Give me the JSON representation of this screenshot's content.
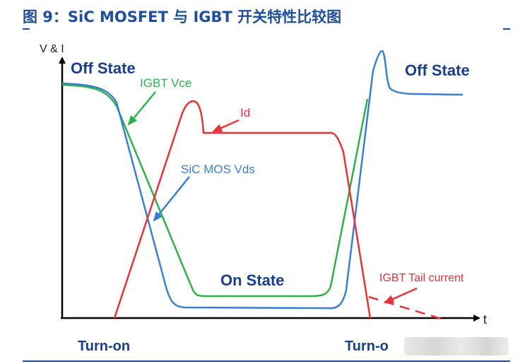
{
  "figure": {
    "title": "图 9：SiC MOSFET 与 IGBT  开关特性比较图"
  },
  "axes": {
    "y_label": "V & I",
    "x_label": "t"
  },
  "states": {
    "off_left": "Off State",
    "on": "On State",
    "off_right": "Off State"
  },
  "phases": {
    "turn_on": "Turn-on",
    "turn_off": "Turn-o"
  },
  "curves": {
    "igbt_vce": {
      "label": "IGBT Vce",
      "color": "#2db34a"
    },
    "sic_vds": {
      "label": "SiC MOS Vds",
      "color": "#3a7fd0"
    },
    "id": {
      "label": "Id",
      "color": "#e8323a"
    },
    "igbt_tail": {
      "label": "IGBT Tail current",
      "color": "#e8323a"
    }
  },
  "colors": {
    "title": "#1e4e9c",
    "state_text": "#1a3f8a",
    "axis": "#000000"
  }
}
